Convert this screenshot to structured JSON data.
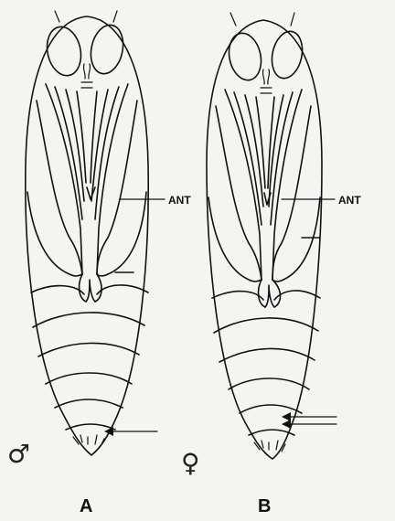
{
  "panels": [
    {
      "id": "A",
      "letter": "A",
      "sex_symbol": "♂",
      "callout": "ANT"
    },
    {
      "id": "B",
      "letter": "B",
      "sex_symbol": "♀",
      "callout": "ANT"
    }
  ],
  "colors": {
    "ink": "#111111",
    "paper": "#f4f4f2"
  }
}
